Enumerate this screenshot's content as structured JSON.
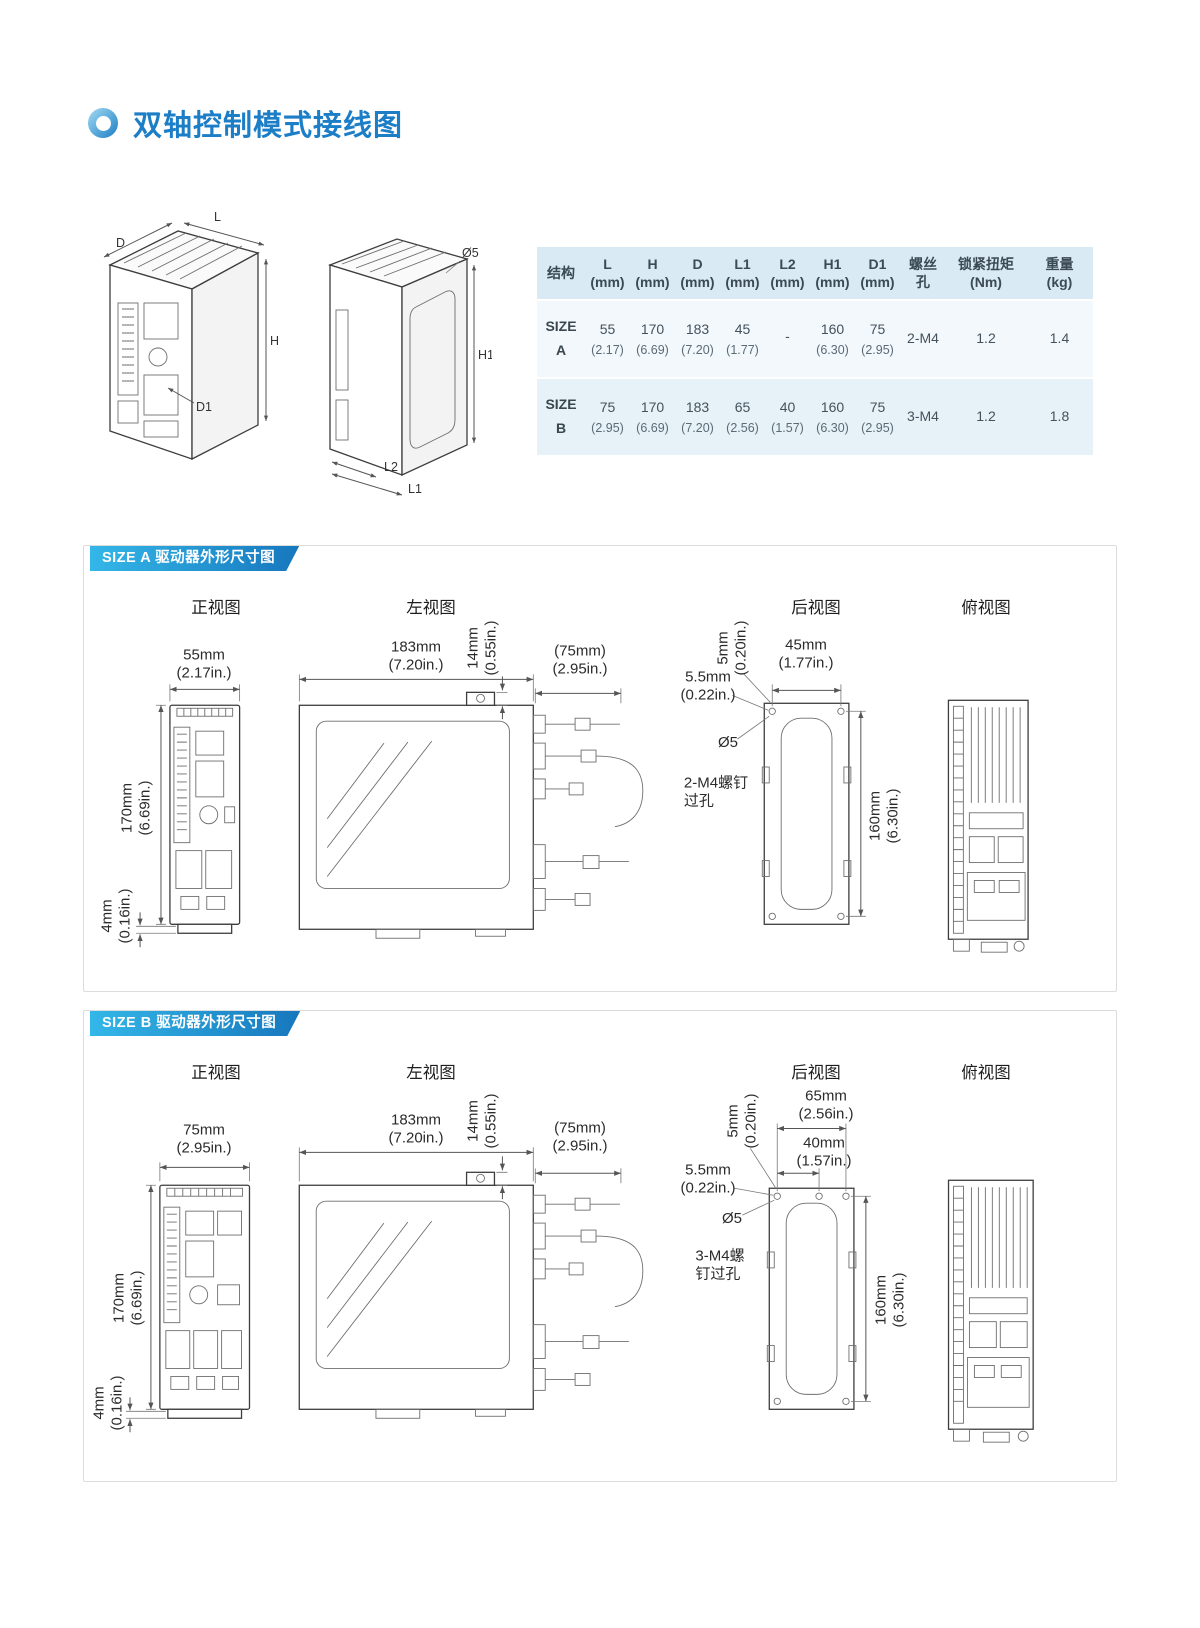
{
  "page": {
    "title": "双轴控制模式接线图"
  },
  "iso": {
    "l": "L",
    "d": "D",
    "h": "H",
    "d1": "D1",
    "h1": "H1",
    "l2": "L2",
    "l1": "L1",
    "dia": "Ø5"
  },
  "spec_table": {
    "headers": [
      {
        "line1": "结构",
        "line2": ""
      },
      {
        "line1": "L",
        "line2": "(mm)"
      },
      {
        "line1": "H",
        "line2": "(mm)"
      },
      {
        "line1": "D",
        "line2": "(mm)"
      },
      {
        "line1": "L1",
        "line2": "(mm)"
      },
      {
        "line1": "L2",
        "line2": "(mm)"
      },
      {
        "line1": "H1",
        "line2": "(mm)"
      },
      {
        "line1": "D1",
        "line2": "(mm)"
      },
      {
        "line1": "螺丝",
        "line2": "孔"
      },
      {
        "line1": "锁紧扭矩",
        "line2": "(Nm)"
      },
      {
        "line1": "重量",
        "line2": "(kg)"
      }
    ],
    "rows": [
      {
        "name1": "SIZE",
        "name2": "A",
        "l_mm": "55",
        "l_in": "(2.17)",
        "h_mm": "170",
        "h_in": "(6.69)",
        "d_mm": "183",
        "d_in": "(7.20)",
        "l1_mm": "45",
        "l1_in": "(1.77)",
        "l2_mm": "-",
        "l2_in": "",
        "h1_mm": "160",
        "h1_in": "(6.30)",
        "d1_mm": "75",
        "d1_in": "(2.95)",
        "screw": "2-M4",
        "torque": "1.2",
        "weight": "1.4"
      },
      {
        "name1": "SIZE",
        "name2": "B",
        "l_mm": "75",
        "l_in": "(2.95)",
        "h_mm": "170",
        "h_in": "(6.69)",
        "d_mm": "183",
        "d_in": "(7.20)",
        "l1_mm": "65",
        "l1_in": "(2.56)",
        "l2_mm": "40",
        "l2_in": "(1.57)",
        "h1_mm": "160",
        "h1_in": "(6.30)",
        "d1_mm": "75",
        "d1_in": "(2.95)",
        "screw": "3-M4",
        "torque": "1.2",
        "weight": "1.8"
      }
    ]
  },
  "size_a": {
    "tab": "SIZE A 驱动器外形尺寸图",
    "view_front": "正视图",
    "view_left": "左视图",
    "view_rear": "后视图",
    "view_top": "俯视图",
    "front_w_mm": "55mm",
    "front_w_in": "(2.17in.)",
    "front_h_mm": "170mm",
    "front_h_in": "(6.69in.)",
    "front_foot_mm": "4mm",
    "front_foot_in": "(0.16in.)",
    "left_d_mm": "183mm",
    "left_d_in": "(7.20in.)",
    "left_t_mm": "14mm",
    "left_t_in": "(0.55in.)",
    "left_c_mm": "(75mm)",
    "left_c_in": "(2.95in.)",
    "rear_o_mm": "5mm",
    "rear_o_in": "(0.20in.)",
    "rear_s_mm": "45mm",
    "rear_s_in": "(1.77in.)",
    "rear_t_mm": "5.5mm",
    "rear_t_in": "(0.22in.)",
    "rear_dia": "Ø5",
    "rear_note1": "2-M4螺钉",
    "rear_note2": "过孔",
    "rear_h_mm": "160mm",
    "rear_h_in": "(6.30in.)"
  },
  "size_b": {
    "tab": "SIZE B 驱动器外形尺寸图",
    "view_front": "正视图",
    "view_left": "左视图",
    "view_rear": "后视图",
    "view_top": "俯视图",
    "front_w_mm": "75mm",
    "front_w_in": "(2.95in.)",
    "front_h_mm": "170mm",
    "front_h_in": "(6.69in.)",
    "front_foot_mm": "4mm",
    "front_foot_in": "(0.16in.)",
    "left_d_mm": "183mm",
    "left_d_in": "(7.20in.)",
    "left_t_mm": "14mm",
    "left_t_in": "(0.55in.)",
    "left_c_mm": "(75mm)",
    "left_c_in": "(2.95in.)",
    "rear_o_mm": "5mm",
    "rear_o_in": "(0.20in.)",
    "rear_s1_mm": "65mm",
    "rear_s1_in": "(2.56in.)",
    "rear_s2_mm": "40mm",
    "rear_s2_in": "(1.57in.)",
    "rear_t_mm": "5.5mm",
    "rear_t_in": "(0.22in.)",
    "rear_dia": "Ø5",
    "rear_note1": "3-M4螺",
    "rear_note2": "钉过孔",
    "rear_h_mm": "160mm",
    "rear_h_in": "(6.30in.)"
  }
}
